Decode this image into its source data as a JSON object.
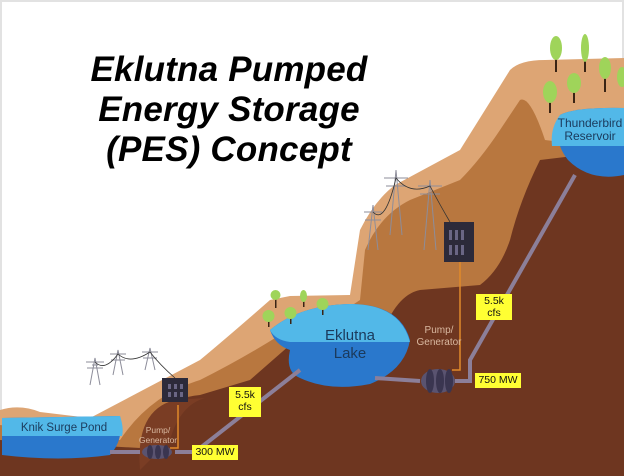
{
  "title": {
    "line1": "Eklutna Pumped",
    "line2": "Energy Storage",
    "line3": "(PES) Concept"
  },
  "reservoirs": {
    "upper": {
      "line1": "Thunderbird",
      "line2": "Reservoir"
    },
    "middle": {
      "line1": "Eklutna",
      "line2": "Lake"
    },
    "lower": {
      "label": "Knik Surge Pond"
    }
  },
  "stations": {
    "upper": {
      "label_line1": "Pump/",
      "label_line2": "Generator",
      "flow_line1": "5.5k",
      "flow_line2": "cfs",
      "power": "750 MW"
    },
    "lower": {
      "label_line1": "Pump/",
      "label_line2": "Generator",
      "flow_line1": "5.5k",
      "flow_line2": "cfs",
      "power": "300 MW"
    }
  },
  "icons": [
    "transmission-tower-icon",
    "powerhouse-building-icon",
    "tree-icon",
    "turbine-icon"
  ],
  "colors": {
    "rock_dark": "#6e3620",
    "soil_mid": "#b8773f",
    "soil_light": "#dda574",
    "water_light": "#52b8e8",
    "water_dark": "#2a78cc",
    "penstock": "#8c7f99",
    "tag_yellow": "#ffff33",
    "tree_green": "#9fd45a"
  }
}
